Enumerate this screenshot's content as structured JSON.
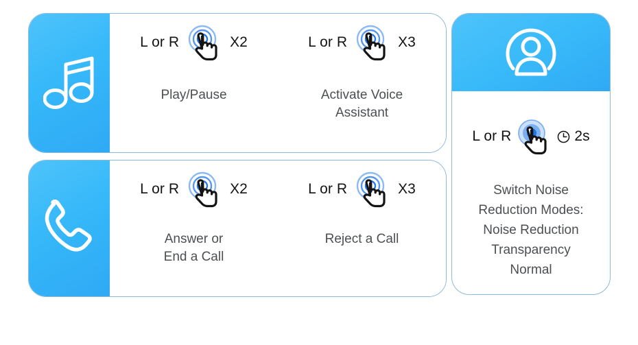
{
  "theme": {
    "accent_blue": "#39baf9",
    "accent_blue_dark": "#2fa9f5",
    "ripple_blue": "#1a73e8",
    "card_border": "#8cb8dc",
    "caption_gray": "#4c4f51",
    "label_black": "#111315",
    "background": "#ffffff"
  },
  "cards": [
    {
      "id": "music",
      "icon": "music-note-icon",
      "cells": [
        {
          "side_label": "L or R",
          "gesture_icon": "tap-ripple-icon",
          "count_label": "X2",
          "caption": "Play/Pause"
        },
        {
          "side_label": "L or R",
          "gesture_icon": "tap-ripple-icon",
          "count_label": "X3",
          "caption": "Activate Voice\nAssistant"
        }
      ]
    },
    {
      "id": "call",
      "icon": "phone-handset-icon",
      "cells": [
        {
          "side_label": "L or R",
          "gesture_icon": "tap-ripple-icon",
          "count_label": "X2",
          "caption": "Answer or\nEnd a Call"
        },
        {
          "side_label": "L or R",
          "gesture_icon": "tap-ripple-icon",
          "count_label": "X3",
          "caption": "Reject a Call"
        }
      ]
    }
  ],
  "noise_card": {
    "id": "noise",
    "header_icon": "person-in-circle-icon",
    "side_label": "L or R",
    "gesture_icon": "long-press-ripple-icon",
    "duration_icon": "clock-icon",
    "duration_label": "2s",
    "caption": "Switch Noise\nReduction Modes:\nNoise Reduction\nTransparency\nNormal"
  }
}
